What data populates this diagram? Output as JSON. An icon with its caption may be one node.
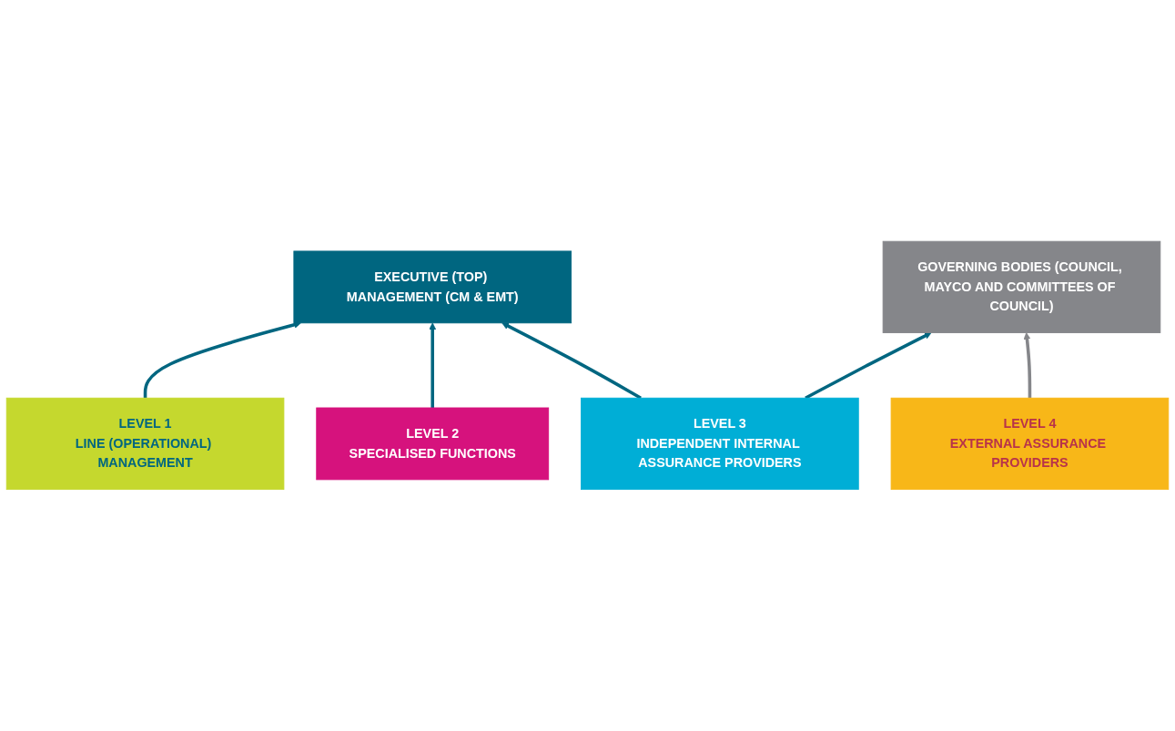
{
  "diagram": {
    "nodes": [
      {
        "text": [
          "GOVERNING BODIES (COUNCIL, MAYCO AND COMMITTEES OF COUNCIL)"
        ]
      },
      {
        "text": [
          "EXECUTIVE (TOP) MANAGEMENT (CM & EMT)"
        ]
      },
      {
        "text": [
          "LEVEL 1",
          "LINE (OPERATIONAL) MANAGEMENT"
        ]
      },
      {
        "text": [
          "LEVEL 2",
          "SPECIALISED FUNCTIONS"
        ]
      },
      {
        "text": [
          "LEVEL 3",
          "INDEPENDENT INTERNAL ASSURANCE PROVIDERS"
        ]
      },
      {
        "text": [
          "LEVEL 4",
          "EXTERNAL ASSURANCE PROVIDERS"
        ]
      }
    ],
    "edges": [
      {
        "from": 2,
        "to": 1,
        "arrow": "to"
      },
      {
        "from": 3,
        "to": 1,
        "arrow": "to"
      },
      {
        "from": 4,
        "to": 1,
        "arrow": "to"
      },
      {
        "from": 4,
        "to": 0,
        "arrow": "to"
      },
      {
        "from": 5,
        "to": 0,
        "arrow": "to",
        "color": "#85868a"
      }
    ]
  }
}
